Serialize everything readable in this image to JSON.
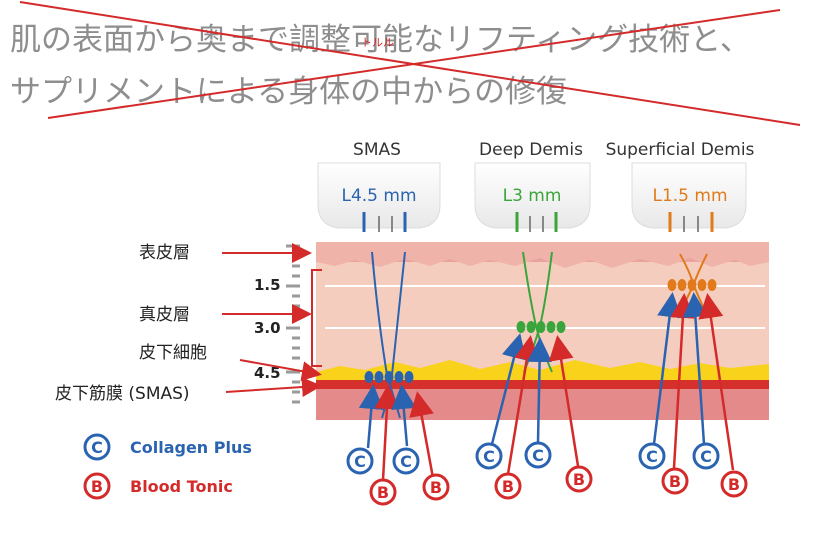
{
  "title": {
    "line1": "肌の表面から奥まで調整可能なリフティング技術と、",
    "line2": "サプリメントによる身体の中からの修復",
    "overlay": "トルル"
  },
  "heads": [
    {
      "name": "SMAS",
      "depth": "L4.5 mm",
      "color": "#2a63b0"
    },
    {
      "name": "Deep Demis",
      "depth": "L3 mm",
      "color": "#3aa53a"
    },
    {
      "name": "Superficial Demis",
      "depth": "L1.5 mm",
      "color": "#e07a1a"
    }
  ],
  "layers": {
    "epidermis": "表皮層",
    "dermis": "真皮層",
    "subcutaneous": "皮下細胞",
    "smas": "皮下筋膜 (SMAS)"
  },
  "scale": [
    "1.5",
    "3.0",
    "4.5"
  ],
  "legend": [
    {
      "symbol": "C",
      "label": "Collagen Plus",
      "color": "#2a63b0"
    },
    {
      "symbol": "B",
      "label": "Blood Tonic",
      "color": "#d42a2a"
    }
  ],
  "colors": {
    "skin_top": "#efb9ad",
    "skin_body": "#f5cdbf",
    "fat": "#f9d21c",
    "smas_red": "#d6302c",
    "muscle": "#e58a8a",
    "arrow_red": "#d42a2a",
    "cross_red": "#d42a2a"
  }
}
